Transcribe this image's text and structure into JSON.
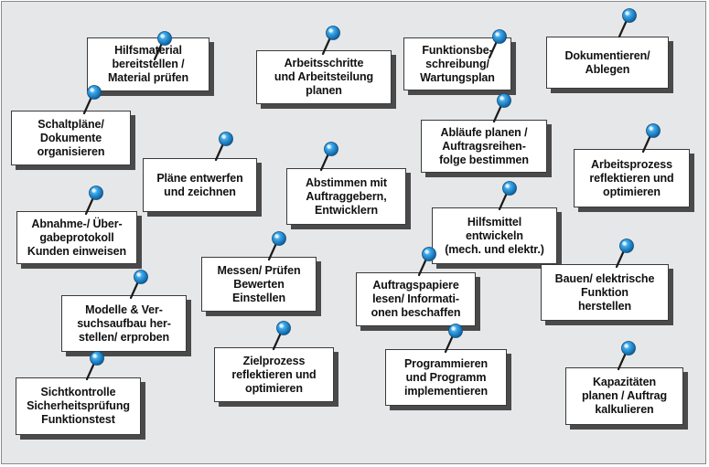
{
  "colors": {
    "board": "#e6e7e9",
    "pin_head": "#1f8fd4",
    "pin_needle": "#1a1a1a",
    "card_shadow": "#4a4a4a"
  },
  "pin_icon": "push-pin-icon",
  "cards": [
    {
      "id": "hilfsmaterial",
      "text": "Hilfsmaterial\nbereitstellen /\nMaterial prüfen"
    },
    {
      "id": "arbeitsschritte",
      "text": "Arbeitsschritte\nund Arbeitsteilung\nplanen"
    },
    {
      "id": "funktionsbeschreibung",
      "text": "Funktionsbe-\nschreibung/\nWartungsplan"
    },
    {
      "id": "dokumentieren",
      "text": "Dokumentieren/\nAblegen"
    },
    {
      "id": "schaltplaene",
      "text": "Schaltpläne/\nDokumente\norganisieren"
    },
    {
      "id": "ablaeufe",
      "text": "Abläufe planen /\nAuftragsreihen-\nfolge bestimmen"
    },
    {
      "id": "arbeitsprozess",
      "text": "Arbeitsprozess\nreflektieren und\noptimieren"
    },
    {
      "id": "plaene",
      "text": "Pläne entwerfen\nund zeichnen"
    },
    {
      "id": "abstimmen",
      "text": "Abstimmen mit\nAuftraggebern,\nEntwicklern"
    },
    {
      "id": "abnahme",
      "text": "Abnahme-/ Über-\ngabeprotokoll\nKunden einweisen"
    },
    {
      "id": "hilfsmittel",
      "text": "Hilfsmittel\nentwickeln\n(mech. und elektr.)"
    },
    {
      "id": "messen",
      "text": "Messen/ Prüfen\nBewerten\nEinstellen"
    },
    {
      "id": "auftragspapiere",
      "text": "Auftragspapiere\nlesen/ Informati-\nonen beschaffen"
    },
    {
      "id": "bauen",
      "text": "Bauen/ elektrische\nFunktion\nherstellen"
    },
    {
      "id": "modelle",
      "text": "Modelle & Ver-\nsuchsaufbau her-\nstellen/ erproben"
    },
    {
      "id": "zielprozess",
      "text": "Zielprozess\nreflektieren und\noptimieren"
    },
    {
      "id": "programmieren",
      "text": "Programmieren\nund Programm\nimplementieren"
    },
    {
      "id": "kapazitaeten",
      "text": "Kapazitäten\nplanen / Auftrag\nkalkulieren"
    },
    {
      "id": "sichtkontrolle",
      "text": "Sichtkontrolle\nSicherheitsprüfung\nFunktionstest"
    }
  ]
}
